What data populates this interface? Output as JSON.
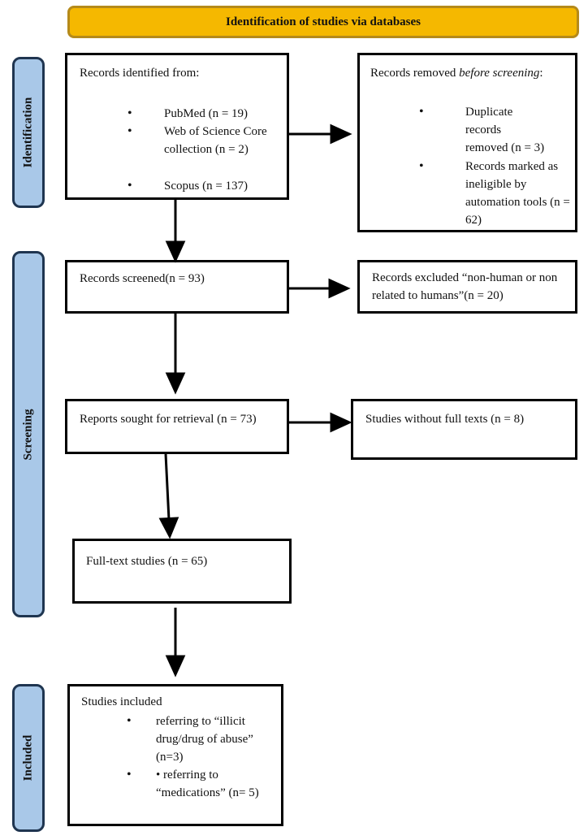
{
  "banner": "Identification of studies via databases",
  "phases": {
    "identification": "Identification",
    "screening": "Screening",
    "included": "Included"
  },
  "identified": {
    "heading": "Records identified from:",
    "items": [
      {
        "label": "PubMed (n = 19)"
      },
      {
        "label": "Web of Science Core collection (n = 2)"
      },
      {
        "label": "Scopus (n = 137)"
      }
    ]
  },
  "removed": {
    "heading_plain": "Records removed ",
    "heading_italic": "before screening",
    "heading_end": ":",
    "items": [
      {
        "label": "Duplicate records removed (n = 3)"
      },
      {
        "label": "Records marked as ineligible by automation tools (n = 62)"
      }
    ]
  },
  "screened": "Records screened(n = 93)",
  "excluded": "Records excluded “non-human or non related to humans”(n = 20)",
  "sought": "Reports sought for retrieval (n = 73)",
  "no_fulltext": "Studies without full texts (n = 8)",
  "fulltext": "Full-text studies (n = 65)",
  "included": {
    "heading": "Studies included",
    "items": [
      {
        "label": "referring to “illicit drug/drug of abuse” (n=3)"
      },
      {
        "label": "• referring to “medications” (n= 5)"
      }
    ]
  },
  "colors": {
    "banner": "#f5b800",
    "phase": "#a9c8e8",
    "phase_border": "#1f3550"
  }
}
